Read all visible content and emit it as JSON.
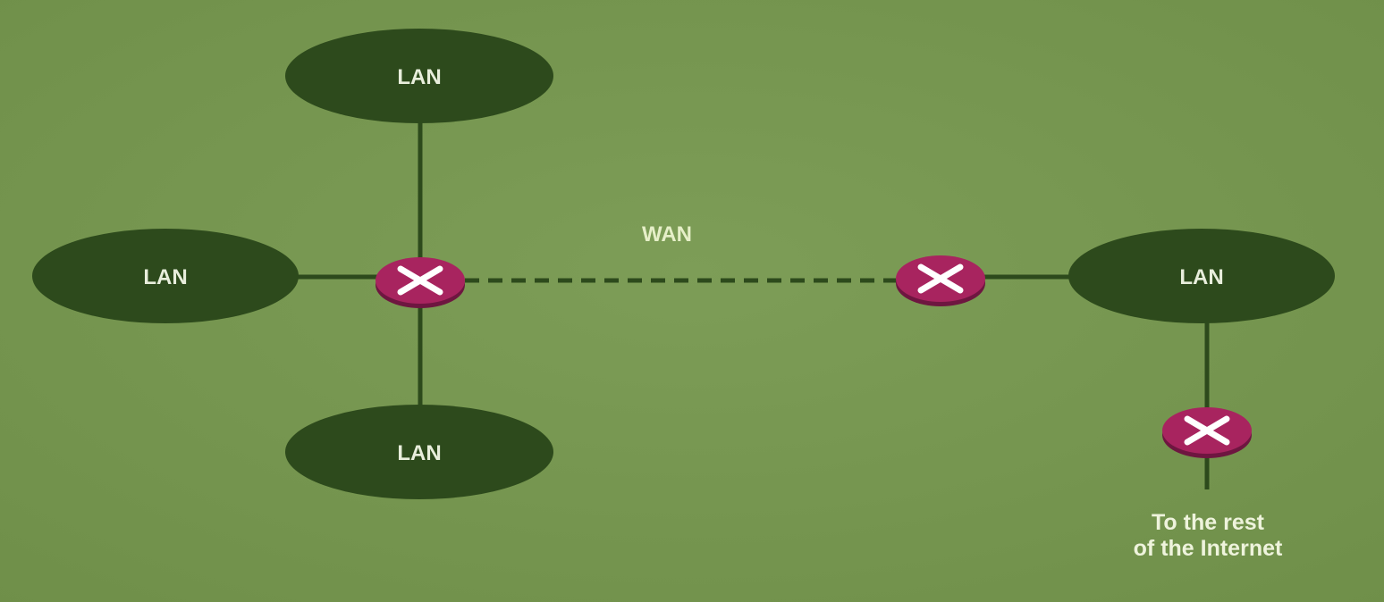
{
  "colors": {
    "background": "#7a9a54",
    "lan_fill": "#2d4a1c",
    "link_line": "#2d4a1c",
    "router_fill": "#a8245f",
    "router_edge": "#6e1640",
    "router_mark": "#ffffff",
    "text": "#eef3dc"
  },
  "lans": {
    "top": "LAN",
    "left": "LAN",
    "bottom": "LAN",
    "right": "LAN"
  },
  "wan": {
    "label": "WAN",
    "link_style": "dashed"
  },
  "routers": {
    "hub_icon": "router-icon",
    "remote_icon": "router-icon",
    "gateway_icon": "router-icon"
  },
  "internet": {
    "line1": "To the rest",
    "line2": "of the Internet"
  }
}
